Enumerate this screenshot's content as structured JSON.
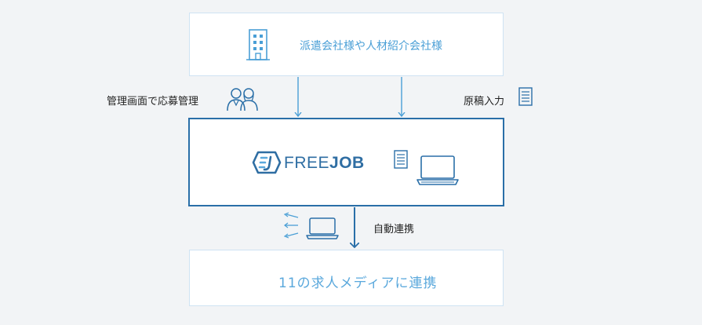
{
  "nodes": {
    "top": {
      "label": "派遣会社様や人材紹介会社様"
    },
    "main": {
      "logo_free": "FREE",
      "logo_job": "JOB"
    },
    "bottom": {
      "label": "11の求人メディアに連携"
    }
  },
  "edge_labels": {
    "manage": "管理画面で応募管理",
    "manuscript": "原稿入力",
    "auto": "自動連携"
  },
  "icons": {
    "building": "building-icon",
    "people": "people-icon",
    "document": "document-icon",
    "laptop": "laptop-icon",
    "logo_mark": "freejob-logo-icon"
  },
  "colors": {
    "accent": "#4a9fd6",
    "frame": "#2a6fa8",
    "background": "#f2f4f6"
  }
}
